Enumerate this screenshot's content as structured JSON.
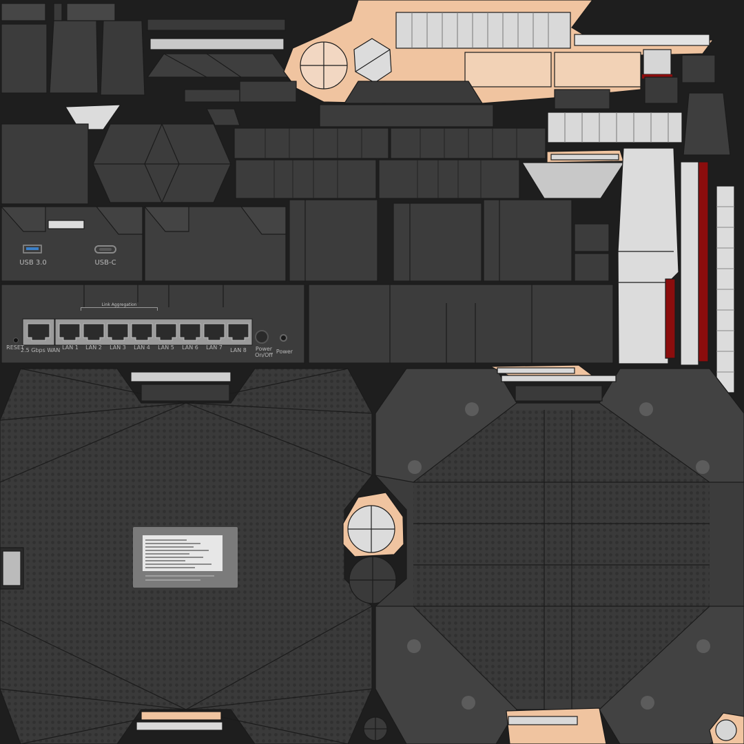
{
  "texture": {
    "colors": {
      "background": "#1e1e1e",
      "shell": "#3c3c3c",
      "shell_light": "#464646",
      "shell_dark": "#2f2f2f",
      "wire": "#1b1b1b",
      "skin": "#f0c4a0",
      "light_gray": "#d8d8d8",
      "red_accent": "#8b0d0d",
      "usb_blue": "#3b80c8"
    },
    "ports": {
      "usb_a_label": "USB 3.0",
      "usb_c_label": "USB-C",
      "reset_label": "RESET",
      "wan_label": "2.5 Gbps WAN",
      "link_aggregation_label": "Link Aggregation",
      "lan_labels": [
        "LAN 1",
        "LAN 2",
        "LAN 3",
        "LAN 4",
        "LAN 5",
        "LAN 6",
        "LAN 7",
        "LAN 8"
      ],
      "power_switch_label_line1": "Power",
      "power_switch_label_line2": "On/Off",
      "power_jack_label": "Power",
      "usb_a_icon": "usb-port-icon",
      "usb_c_icon": "usb-c-port-icon",
      "ethernet_icon": "ethernet-port-icon"
    }
  }
}
